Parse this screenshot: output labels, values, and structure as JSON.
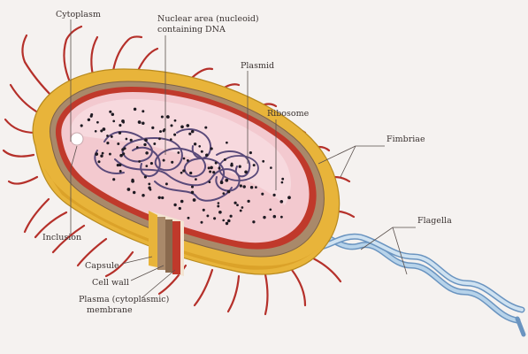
{
  "figure": {
    "labels": {
      "cytoplasm": "Cytoplasm",
      "nuclear_area_1": "Nuclear area (nucleoid)",
      "nuclear_area_2": "containing DNA",
      "plasmid": "Plasmid",
      "ribosome": "Ribosome",
      "fimbriae": "Fimbriae",
      "flagella": "Flagella",
      "inclusion": "Inclusion",
      "capsule": "Capsule",
      "cell_wall": "Cell wall",
      "plasma_membrane_1": "Plasma (cytoplasmic)",
      "plasma_membrane_2": "membrane"
    },
    "colors": {
      "capsule": "#e8b43a",
      "cell_wall": "#a9896a",
      "membrane": "#c0392b",
      "cytoplasm": "#f3c9cf",
      "dna": "#5a4a7a",
      "fimbriae": "#b5302a",
      "flagellum": "#8fb6d8"
    }
  }
}
